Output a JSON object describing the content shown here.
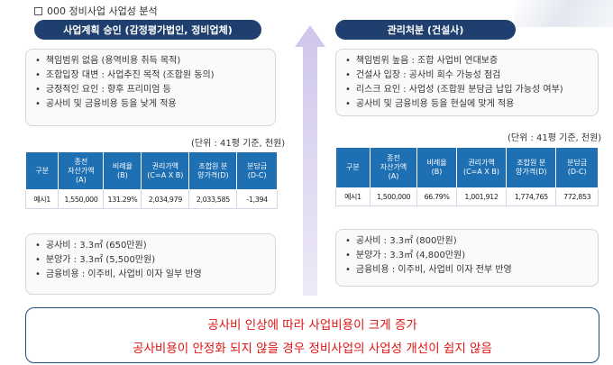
{
  "title": "000 정비사업 사업성 분석",
  "left": {
    "header": "사업계획 승인 (감정평가법인, 정비업체)",
    "bullets": [
      "책임범위 없음 (용역비용 취득 목적)",
      "조합입장 대변 : 사업추진 목적 (조합원 동의)",
      "긍정적인 요인 : 향후 프리미엄 등",
      "공사비 및 금융비용 등을 낮게 적용"
    ],
    "unit": "(단위 : 41평 기준, 천원)",
    "table": {
      "headers": [
        "구분",
        "종전\n자산가액\n(A)",
        "비례율\n(B)",
        "권리가액\n(C=A X B)",
        "조합원 분\n양가격(D)",
        "분담금\n(D-C)"
      ],
      "row": [
        "예시1",
        "1,550,000",
        "131.29%",
        "2,034,979",
        "2,033,585",
        "-1,394"
      ]
    },
    "cost_bullets": [
      "공사비 : 3.3㎡ (650만원)",
      "분양가 : 3.3㎡ (5,500만원)",
      "금융비용 : 이주비, 사업비 이자 일부 반영"
    ]
  },
  "right": {
    "header": "관리처분 (건설사)",
    "bullets": [
      "책임범위 높음 : 조합 사업비 연대보증",
      "건설사 입장 : 공사비 회수 가능성 점검",
      "리스크 요인 : 사업성 (조합원 분담금 납입 가능성 여부)",
      "공사비 및 금융비용 등을 현실에 맞게 적용"
    ],
    "unit": "(단위 : 41평 기준, 천원)",
    "table": {
      "headers": [
        "구분",
        "종전\n자산가액\n(A)",
        "비례율\n(B)",
        "권리가액\n(C=A X B)",
        "조합원 분\n양가격(D)",
        "분담금\n(D-C)"
      ],
      "row": [
        "예시1",
        "1,500,000",
        "66.79%",
        "1,001,912",
        "1,774,765",
        "772,853"
      ]
    },
    "cost_bullets": [
      "공사비 : 3.3㎡ (800만원)",
      "분양가 : 3.3㎡ (4,800만원)",
      "금융비용 : 이주비, 사업비 이자 전부 반영"
    ]
  },
  "conclusion": [
    "공사비 인상에 따라 사업비용이 크게 증가",
    "공사비용이 안정화 되지 않을 경우 정비사업의 사업성 개선이 쉽지 않음"
  ],
  "colors": {
    "header_bg": "#1f3f6e",
    "table_header_bg": "#1f6fb3",
    "conclusion_text": "#e01515",
    "arrow": "#d9d4ec"
  },
  "icons": {
    "title_marker": "checkbox-square-icon",
    "transition": "up-arrow-icon"
  }
}
